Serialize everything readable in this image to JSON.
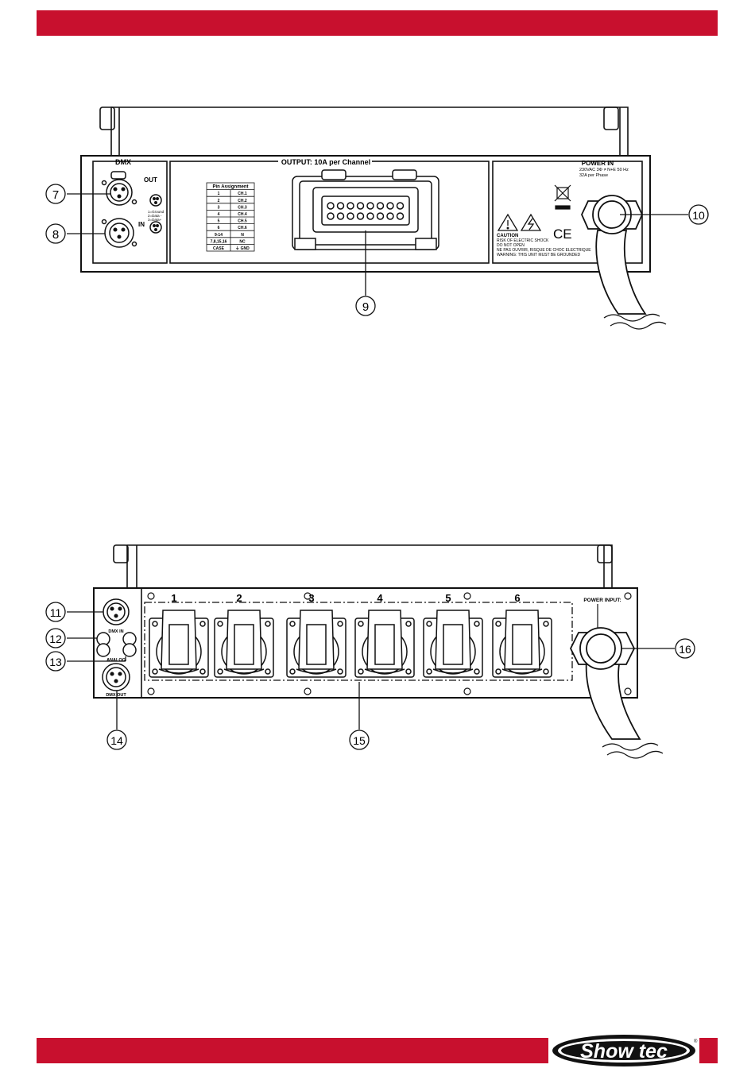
{
  "panel1": {
    "dmx_title": "DMX",
    "out_label": "OUT",
    "in_label": "IN",
    "pin_notes": [
      "1=Ground",
      "2=Data -",
      "3=Data+"
    ],
    "output_title": "OUTPUT: 10A per Channel",
    "pin_table": {
      "header": "Pin Assignment",
      "rows": [
        [
          "1",
          "CH.1"
        ],
        [
          "2",
          "CH.2"
        ],
        [
          "3",
          "CH.3"
        ],
        [
          "4",
          "CH.4"
        ],
        [
          "5",
          "CH.5"
        ],
        [
          "6",
          "CH.6"
        ],
        [
          "9-14",
          "N"
        ],
        [
          "7,8,15,16",
          "NC"
        ],
        [
          "CASE",
          "⏚ GND"
        ]
      ]
    },
    "power_title": "POWER IN",
    "power_spec_1": "230VAC 3Φ ≠ N+E 50 Hz",
    "power_spec_2": "32A per Phase",
    "ce_mark": "CE",
    "caution_lines": [
      "CAUTION",
      "RISK OF ELECTRIC SHOCK",
      "DO NOT OPEN",
      "NE PAS OUVRIR, RISQUE DE CHOC ELECTRIQUE",
      "WARNING: THIS UNIT MUST BE GROUNDED"
    ],
    "callouts": [
      "7",
      "8",
      "9",
      "10"
    ]
  },
  "panel2": {
    "dmx_in_label": "DMX IN",
    "analog_label": "ANALOG",
    "dmx_out_label": "DMX OUT",
    "channels": [
      "1",
      "2",
      "3",
      "4",
      "5",
      "6"
    ],
    "power_input_label": "POWER INPUT:",
    "callouts": [
      "11",
      "12",
      "13",
      "14",
      "15",
      "16"
    ]
  },
  "logo": {
    "text": "Show tec",
    "registered": "®"
  },
  "colors": {
    "brand_red": "#c8102e",
    "line": "#111111"
  }
}
